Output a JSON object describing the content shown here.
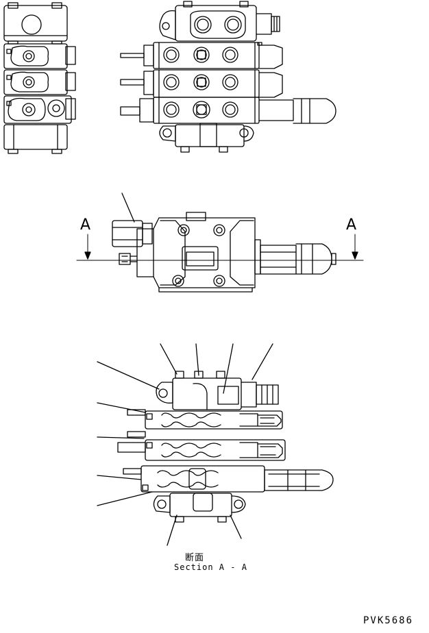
{
  "section_marker_left": "A",
  "section_marker_right": "A",
  "section_title": "断面",
  "section_caption": "Section A - A",
  "drawing_number": "PVK5686"
}
